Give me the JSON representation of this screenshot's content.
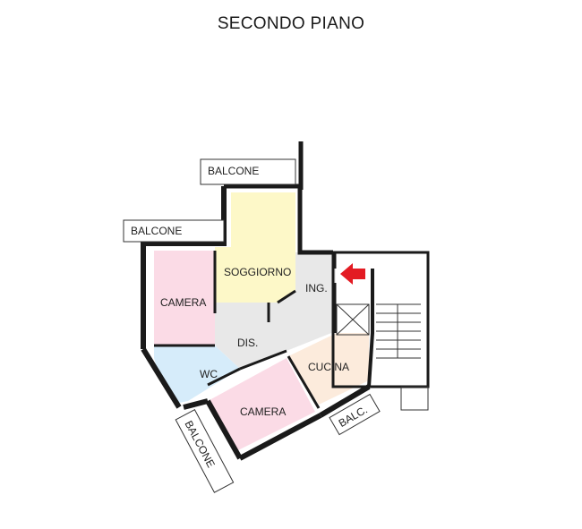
{
  "title": "SECONDO PIANO",
  "colors": {
    "soggiorno": "#fdf8c8",
    "camera": "#fbdbe6",
    "wc": "#d6ecfa",
    "cucina": "#fcebdc",
    "disimpegno": "#e8e8e8",
    "wall": "#1a1a1a",
    "arrow": "#e31b23"
  },
  "rooms": {
    "soggiorno": "SOGGIORNO",
    "camera_1": "CAMERA",
    "camera_2": "CAMERA",
    "wc": "WC",
    "dis": "DIS.",
    "ing": "ING.",
    "cucina": "CUCINA"
  },
  "balconies": {
    "top": "BALCONE",
    "left": "BALCONE",
    "bottom": "BALCONE",
    "small": "BALC."
  },
  "entrance_icon": "arrow-left-icon"
}
